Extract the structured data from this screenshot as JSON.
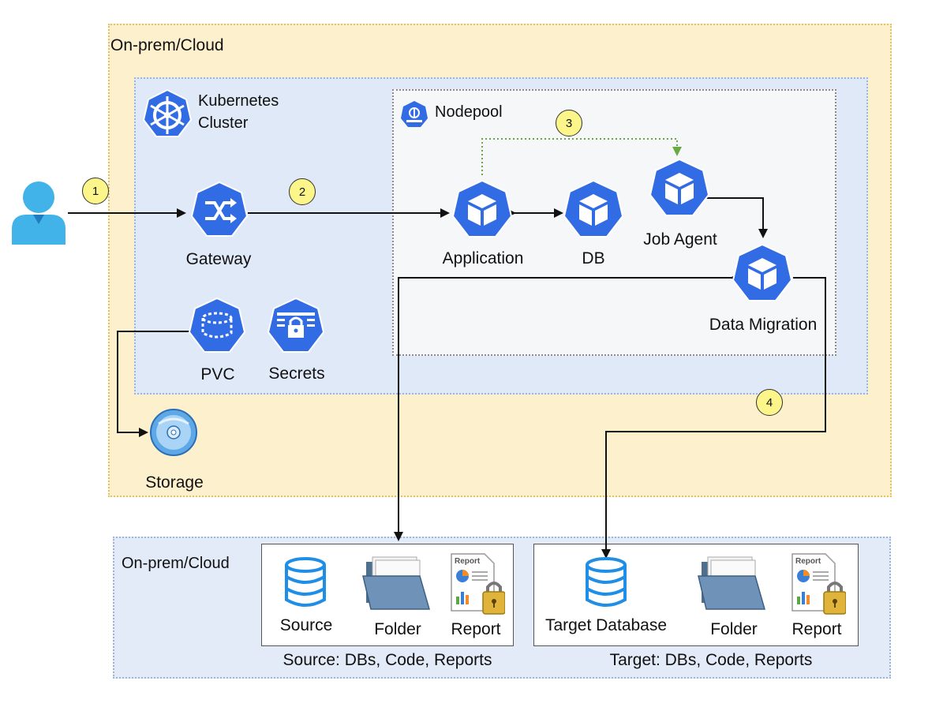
{
  "regions": {
    "outer_label": "On-prem/Cloud",
    "k8s_label_line1": "Kubernetes",
    "k8s_label_line2": "Cluster",
    "nodepool_label": "Nodepool",
    "bottom_label": "On-prem/Cloud"
  },
  "nodes": {
    "gateway": "Gateway",
    "pvc": "PVC",
    "secrets": "Secrets",
    "storage": "Storage",
    "application": "Application",
    "db": "DB",
    "job_agent": "Job Agent",
    "data_migration": "Data Migration"
  },
  "steps": [
    "1",
    "2",
    "3",
    "4"
  ],
  "source_box": {
    "caption": "Source: DBs, Code, Reports",
    "db_label": "Source",
    "folder_label": "Folder",
    "report_label": "Report",
    "report_doc_text": "Report"
  },
  "target_box": {
    "caption": "Target: DBs, Code, Reports",
    "db_label": "Target Database",
    "folder_label": "Folder",
    "report_label": "Report",
    "report_doc_text": "Report"
  },
  "colors": {
    "k8s_blue": "#326ce5",
    "db_blue": "#1f8ee6",
    "badge_yellow": "#fbf58a",
    "outer_fill": "#fdf0cc",
    "k8s_fill": "#e0e9f8",
    "dotted_arrow_green": "#6aaa45"
  }
}
